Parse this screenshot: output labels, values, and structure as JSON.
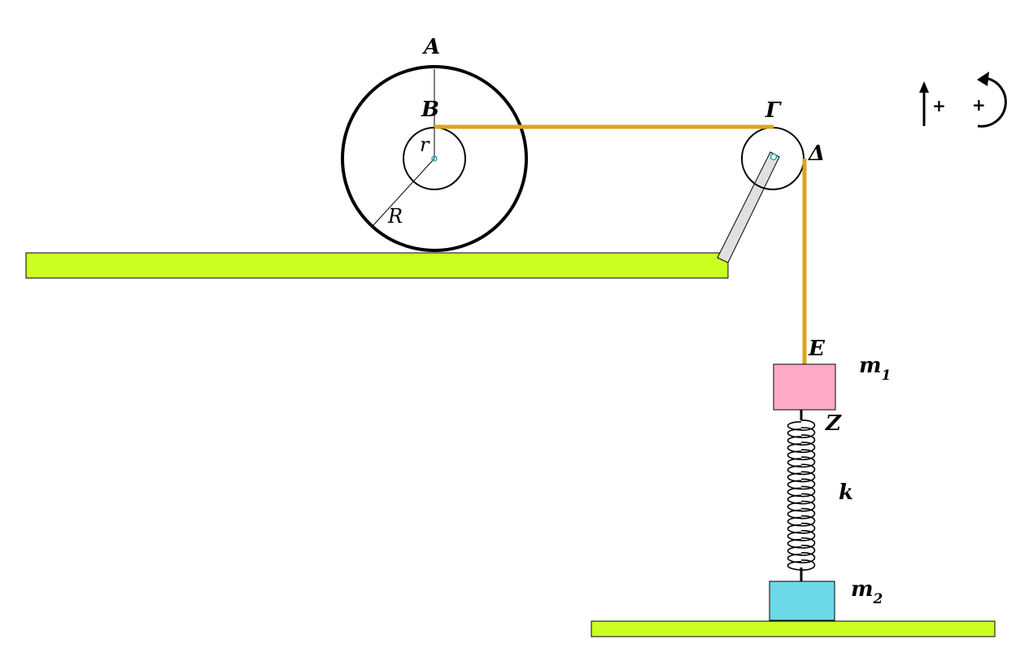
{
  "labels": {
    "A": "A",
    "B": "B",
    "r": "r",
    "R": "R",
    "Gamma": "Γ",
    "Delta": "Δ",
    "E": "E",
    "Z": "Z",
    "k": "k",
    "m1_letter": "m",
    "m1_sub": "1",
    "m2_letter": "m",
    "m2_sub": "2"
  },
  "sign_convention": {
    "translation_plus": "+",
    "rotation_plus": "+"
  },
  "colors": {
    "ground": "#ccff22",
    "string": "#daa520",
    "mass1": "#ffabc8",
    "mass2": "#6cd8e8",
    "support": "#e0e0e0"
  },
  "icons": {
    "translation": "up-arrow-icon",
    "rotation": "counterclockwise-arrow-icon"
  }
}
